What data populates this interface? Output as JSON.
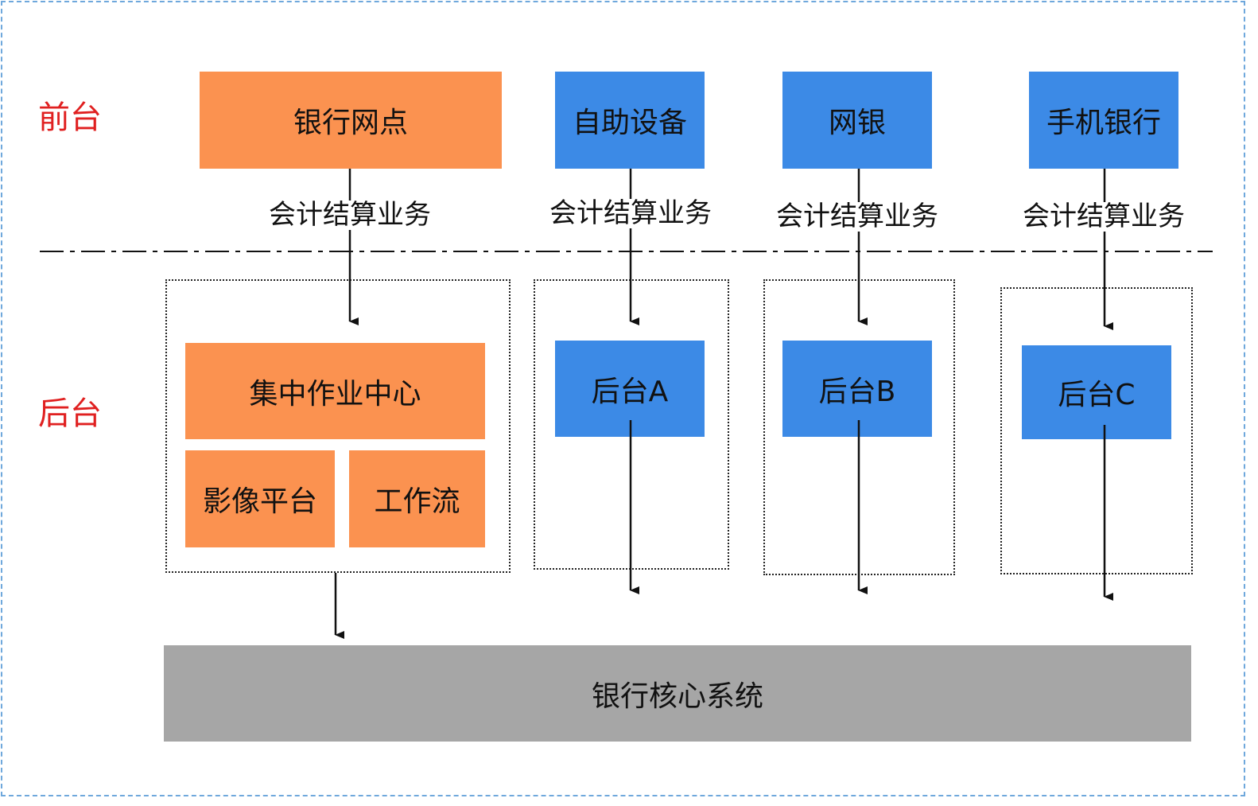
{
  "labels": {
    "front": "前台",
    "back": "后台"
  },
  "front_nodes": [
    {
      "label": "银行网点",
      "color": "#fb9250"
    },
    {
      "label": "自助设备",
      "color": "#3c8ae6"
    },
    {
      "label": "网银",
      "color": "#3c8ae6"
    },
    {
      "label": "手机银行",
      "color": "#3c8ae6"
    }
  ],
  "flow_label": "会计结算业务",
  "back_nodes": {
    "center": "集中作业中心",
    "imaging": "影像平台",
    "workflow": "工作流",
    "a": "后台A",
    "b": "后台B",
    "c": "后台C"
  },
  "core": "银行核心系统"
}
